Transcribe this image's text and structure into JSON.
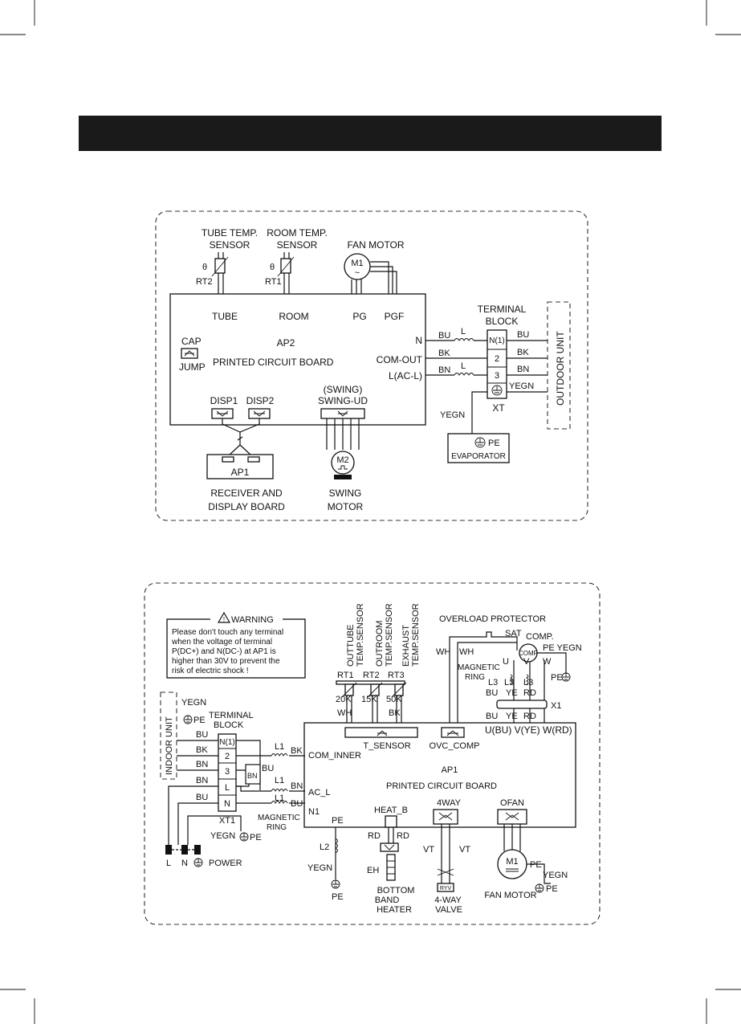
{
  "indoor": {
    "tube_temp_sensor": "TUBE TEMP.",
    "tube_temp_sensor_2": "SENSOR",
    "room_temp_sensor": "ROOM TEMP.",
    "room_temp_sensor_2": "SENSOR",
    "fan_motor": "FAN MOTOR",
    "rt2": "RT2",
    "rt1": "RT1",
    "m1": "M1",
    "tube": "TUBE",
    "room": "ROOM",
    "pg": "PG",
    "pgf": "PGF",
    "cap": "CAP",
    "jump": "JUMP",
    "ap2": "AP2",
    "pcb": "PRINTED CIRCUIT BOARD",
    "n": "N",
    "com_out": "COM-OUT",
    "l_acl": "L(AC-L)",
    "terminal_block": "TERMINAL",
    "terminal_block_2": "BLOCK",
    "bu": "BU",
    "bk": "BK",
    "bn": "BN",
    "l": "L",
    "n1": "N(1)",
    "t2": "2",
    "t3": "3",
    "yegn": "YEGN",
    "xt": "XT",
    "outdoor_unit": "OUTDOOR UNIT",
    "swing": "(SWING)",
    "swing_ud": "SWING-UD",
    "disp1": "DISP1",
    "disp2": "DISP2",
    "ap1": "AP1",
    "receiver": "RECEIVER AND",
    "display_board": "DISPLAY BOARD",
    "m2": "M2",
    "swing_motor": "SWING",
    "swing_motor_2": "MOTOR",
    "pe": "PE",
    "evaporator": "EVAPORATOR"
  },
  "outdoor": {
    "warning_title": "WARNING",
    "warning_lines": [
      "Please don't touch any terminal",
      "when the voltage of terminal",
      "P(DC+) and N(DC-) at AP1 is",
      "higher than 30V to prevent the",
      "risk of electric shock !"
    ],
    "outtube": "OUTTUBE",
    "outroom": "OUTROOM",
    "exhaust": "EXHAUST",
    "temp_sensor": "TEMP.SENSOR",
    "overload": "OVERLOAD PROTECTOR",
    "sat": "SAT",
    "comp": "COMP.",
    "comp_icon": "COMP",
    "pe_yegn": "PE YEGN",
    "wh": "WH",
    "u": "U",
    "v": "V",
    "w": "W",
    "magnetic": "MAGNETIC",
    "ring": "RING",
    "l3": "L3",
    "bu": "BU",
    "ye": "YE",
    "rd": "RD",
    "x1": "X1",
    "rt1": "RT1",
    "rt2": "RT2",
    "rt3": "RT3",
    "k20": "20K",
    "k15": "15K",
    "k50": "50K",
    "bk": "BK",
    "t_sensor": "T_SENSOR",
    "ovc_comp": "OVC_COMP",
    "uvw": "U(BU) V(YE) W(RD)",
    "indoor_unit": "INDOOR UNIT",
    "yegn": "YEGN",
    "pe": "PE",
    "terminal": "TERMINAL",
    "block": "BLOCK",
    "n1": "N(1)",
    "t2": "2",
    "t3": "3",
    "tl": "L",
    "tn": "N",
    "bn": "BN",
    "xt1": "XT1",
    "l1": "L1",
    "com_inner": "COM_INNER",
    "ac_l": "AC_L",
    "n1b": "N1",
    "magnetic_ring": "MAGNETIC",
    "magnetic_ring_2": "RING",
    "ap1": "AP1",
    "pcb": "PRINTED CIRCUIT BOARD",
    "heat_b": "HEAT_B",
    "fourway": "4WAY",
    "ofan": "OFAN",
    "l2": "L2",
    "eh": "EH",
    "vt": "VT",
    "m1": "M1",
    "power_l": "L",
    "power_n": "N",
    "power": "POWER",
    "bottom": "BOTTOM",
    "band": "BAND",
    "heater": "HEATER",
    "fourway_valve": "4-WAY",
    "valve": "VALVE",
    "fan_motor": "FAN MOTOR"
  }
}
